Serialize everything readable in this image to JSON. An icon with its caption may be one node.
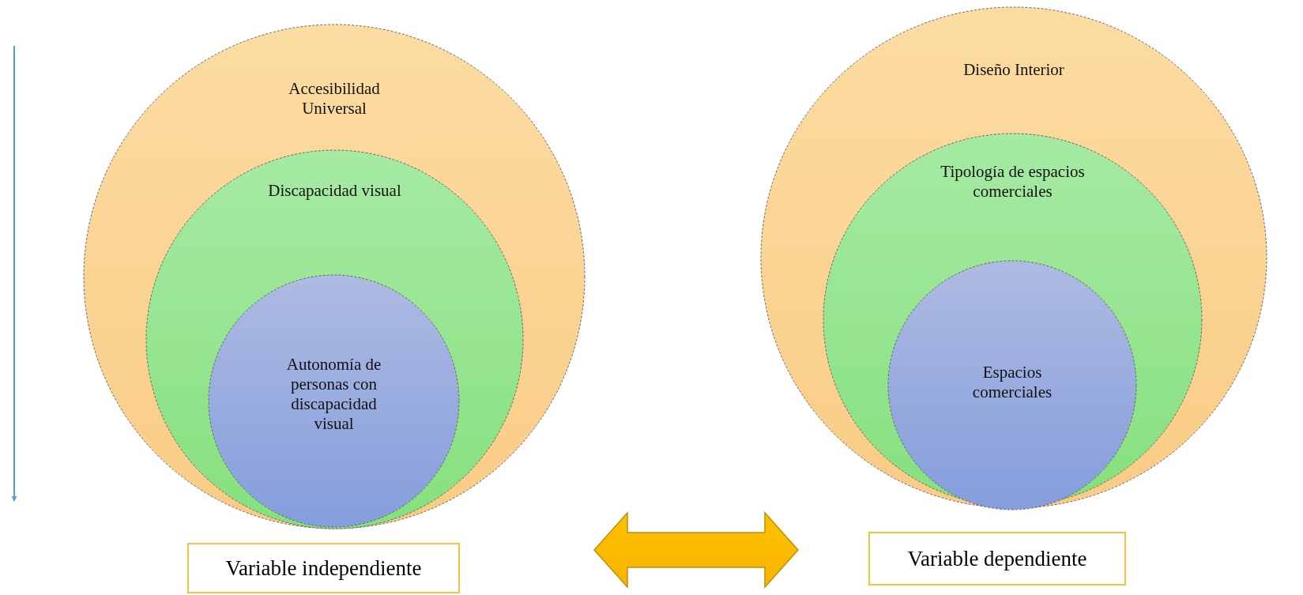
{
  "diagram": {
    "nodes": [
      {
        "text": [
          "Accesibilidad Universal"
        ]
      },
      {
        "text": [
          "Discapacidad visual"
        ],
        "in": 0
      },
      {
        "text": [
          "Autonomía de personas con discapacidad visual"
        ],
        "in": 1
      },
      {
        "text": [
          "Diseño Interior"
        ]
      },
      {
        "text": [
          "Tipología de espacios comerciales"
        ],
        "in": 3
      },
      {
        "text": [
          "Espacios comerciales"
        ],
        "in": 4
      },
      {
        "text": [
          "Variable independiente"
        ]
      },
      {
        "text": [
          "Variable dependiente"
        ]
      }
    ],
    "edges": [
      {
        "from": 6,
        "to": 7,
        "arrow": "both"
      }
    ]
  }
}
